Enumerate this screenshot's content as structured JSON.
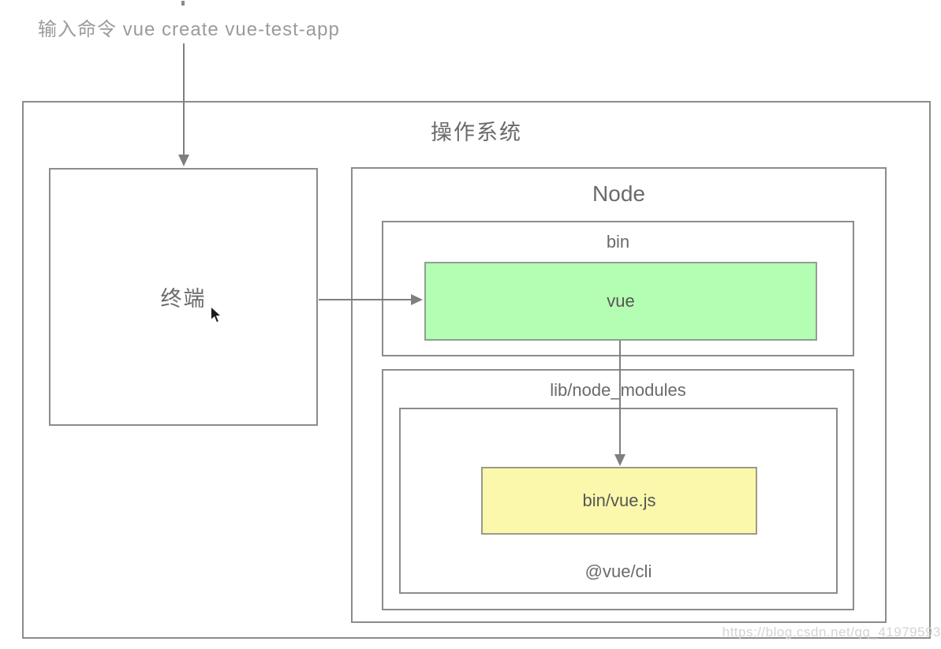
{
  "diagram": {
    "annotation": "输入命令 vue create vue-test-app",
    "os_box": {
      "title": "操作系统",
      "terminal_box": {
        "label": "终端"
      },
      "node_box": {
        "title": "Node",
        "bin_box": {
          "title": "bin",
          "vue_box": {
            "label": "vue"
          }
        },
        "lib_box": {
          "title": "lib/node_modules",
          "cli_box": {
            "label": "@vue/cli",
            "binvuejs_box": {
              "label": "bin/vue.js"
            }
          }
        }
      }
    },
    "watermark": "https://blog.csdn.net/qq_41979593",
    "colors": {
      "vue_box_fill": "#b3feb2",
      "binvuejs_box_fill": "#fbf8ac",
      "box_border": "#8c8c8c",
      "arrow": "#7f7f7f",
      "title_text": "#6a6a6a",
      "annotation_text": "#9b9b9b",
      "watermark_text": "#d3d3d3"
    }
  }
}
